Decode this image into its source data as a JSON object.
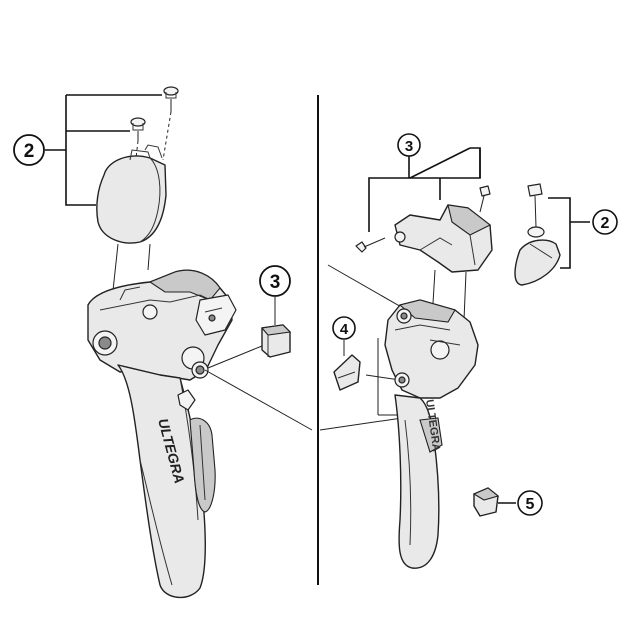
{
  "callouts": {
    "left_2": "2",
    "left_3": "3",
    "right_2": "2",
    "right_3": "3",
    "right_4": "4",
    "right_5": "5"
  },
  "labels": {
    "left_brand": "ULTEGRA",
    "right_brand": "ULTEGRA"
  },
  "icons": {
    "screw": "screw-icon",
    "lever": "shift-lever-icon",
    "cover": "name-plate-cover-icon",
    "insert": "cushion-pad-icon"
  }
}
